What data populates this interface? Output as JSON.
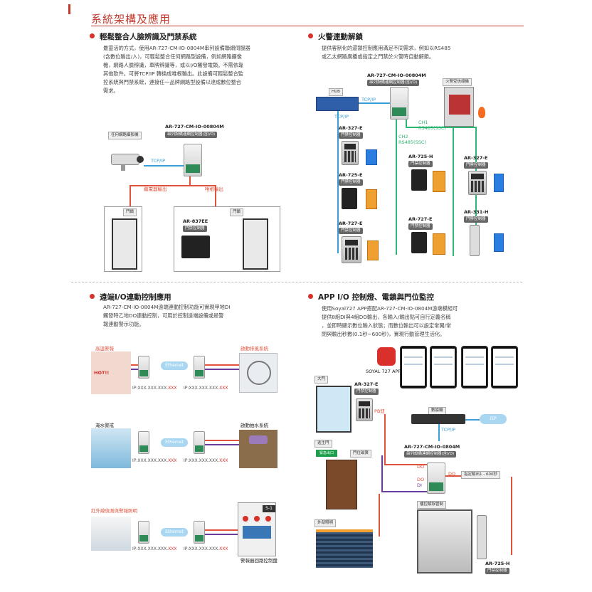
{
  "header": {
    "title": "系統架構及應用"
  },
  "s1": {
    "heading": "輕鬆整合人臉辨識及門禁系統",
    "para": [
      "最靈活的方式，使用AR-727-CM-IO-0804M串列設備聯網伺服器",
      "(含數位輸出/入)，可輕鬆整合任何網路型設備，例如網路攝像",
      "機，網路人臉辨識，車牌辨識等，或以I/O觸發電鎖。不需依靠",
      "其他軟件。可將TCP/IP 轉換成唯根輸出。此設備可輕鬆整合監",
      "控系統與門禁系統，連接任一品牌網路型設備以達成數位整合",
      "需求。"
    ],
    "camera_label": "任何網路攝影機",
    "dev_name": "AR-727-CM-IO-00804M",
    "dev_sub": "串列設備連網控制器(含I/O)",
    "tcpip": "TCP/IP",
    "relay_out": "繼電器輸出",
    "wiegand_out": "唯根輸出",
    "lock": "門鎖",
    "ctrl_name": "AR-837EE",
    "ctrl_sub": "門禁控制器"
  },
  "s2": {
    "heading": "火警連動解鎖",
    "para": [
      "提供客制化的還鎖控制應用滿足不同需求，例如以RS485",
      "或乙太網路廣播或指定之門禁於火警時自動解鎖。"
    ],
    "dev_name": "AR-727-CM-IO-00804M",
    "dev_sub": "串列設備連網控制器(含I/O)",
    "fire_panel": "火警受信總機",
    "hub": "HUB",
    "tcpip_a": "TCP/IP",
    "tcpip_b": "TCP/IP",
    "ch1": "CH1",
    "ch1_sub": "RS485(SSC)",
    "ch2": "CH2",
    "ch2_sub": "RS485(SSC)",
    "units": [
      {
        "name": "AR-327-E",
        "sub": "門禁控制器"
      },
      {
        "name": "AR-725-E",
        "sub": "門禁控制器"
      },
      {
        "name": "AR-727-E",
        "sub": "門禁控制器"
      },
      {
        "name": "AR-725-H",
        "sub": "門禁控制器"
      },
      {
        "name": "AR-727-E",
        "sub": "門禁控制器"
      },
      {
        "name": "AR-327-E",
        "sub": "門禁控制器"
      },
      {
        "name": "AR-331-H",
        "sub": "門禁控制器"
      }
    ]
  },
  "s3": {
    "heading": "遠端I/O連動控制應用",
    "para": [
      "AR-727-CM-IO-0804M遠端連動控制功能可實現甲地DI",
      "觸發時乙地DO連動控制，可用於控制遠端設備或是警",
      "報連動警示功能。"
    ],
    "rows": [
      {
        "left": "高溫警報",
        "right": "啟動排風系統",
        "tag": "HOT!!"
      },
      {
        "left": "淹水警戒",
        "right": "啟動抽水系統",
        "tag": ""
      },
      {
        "left": "紅外線偵測與警報照明",
        "right": "",
        "tag": ""
      }
    ],
    "ethernet": "Ethernet",
    "ip": "IP:XXX.XXX.XXX.",
    "ip_hl": "XXX",
    "panel_id": "S-1",
    "panel_label": "警報器回路控制盤"
  },
  "s4": {
    "heading": "APP I/O 控制燈、電鎖與門位監控",
    "para": [
      "使用Soyal727 APP搭配AR-727-CM-IO-0804M遠端模組可",
      "提供8組DI與4組DO輸出，各輸入/輸出點可自行定義名稱",
      "，並即時顯示數位輸入狀態；而數位輸出可以設定常開/常",
      "閉與輸出秒數(0.1秒~600秒)，實現行動管理生活化。"
    ],
    "app_label": "SOYAL 727 APP",
    "main_door": "大門",
    "unit1_name": "AR-327-E",
    "unit1_sub": "門禁控制器",
    "pb": "PB鈕",
    "router": "數據機",
    "isp": "ISP",
    "tcpip": "TCP/IP",
    "dev_name": "AR-727-CM-IO-0804M",
    "dev_sub": "串列設備連網控制器(含I/O)",
    "escape_door": "逃生門",
    "door_sensor": "門位磁簧",
    "exit_sign": "緊急出口",
    "do1": "DO",
    "do2": "DO",
    "do3": "DO",
    "di": "DI",
    "timer": "指定輸出1 - 600秒",
    "outdoor_light": "外部照明",
    "elevator": "樓控解除管制",
    "unit2_name": "AR-725-H",
    "unit2_sub": "門禁控制器"
  }
}
